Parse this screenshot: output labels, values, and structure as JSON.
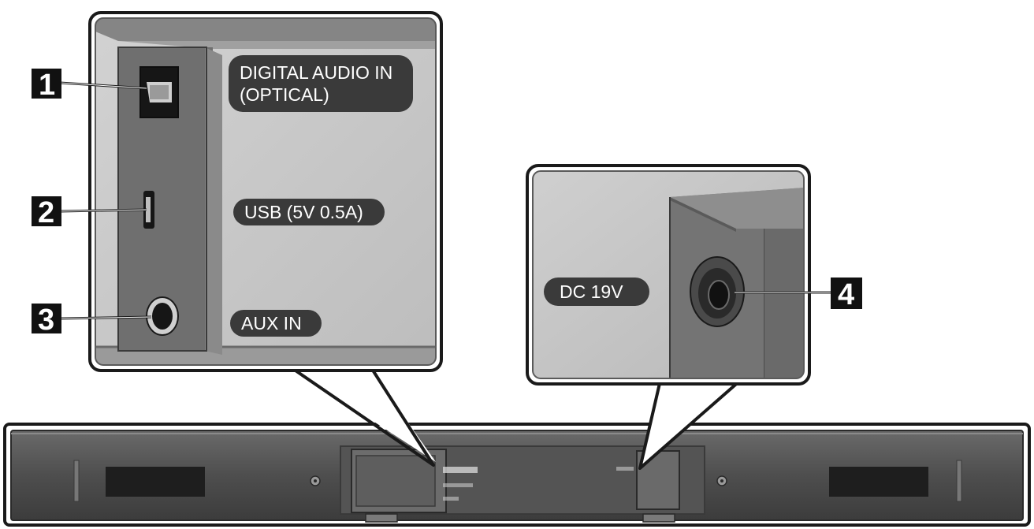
{
  "callouts": [
    {
      "number": "1",
      "label_lines": [
        "DIGITAL AUDIO IN",
        "(OPTICAL)"
      ]
    },
    {
      "number": "2",
      "label_lines": [
        "USB (5V 0.5A)"
      ]
    },
    {
      "number": "3",
      "label_lines": [
        "AUX IN"
      ]
    },
    {
      "number": "4",
      "label_lines": [
        "DC 19V"
      ]
    }
  ],
  "colors": {
    "panel_background": "#c8c8c8",
    "port_panel": "#747474",
    "label_pill": "#3a3a3a",
    "soundbar_body": "#5a5a5a",
    "grille": "#1e1e1e",
    "callout_box": "#111111",
    "outline": "#1a1a1a"
  },
  "icons": [
    "optical-port-icon",
    "usb-port-icon",
    "aux-jack-icon",
    "dc-power-jack-icon"
  ]
}
